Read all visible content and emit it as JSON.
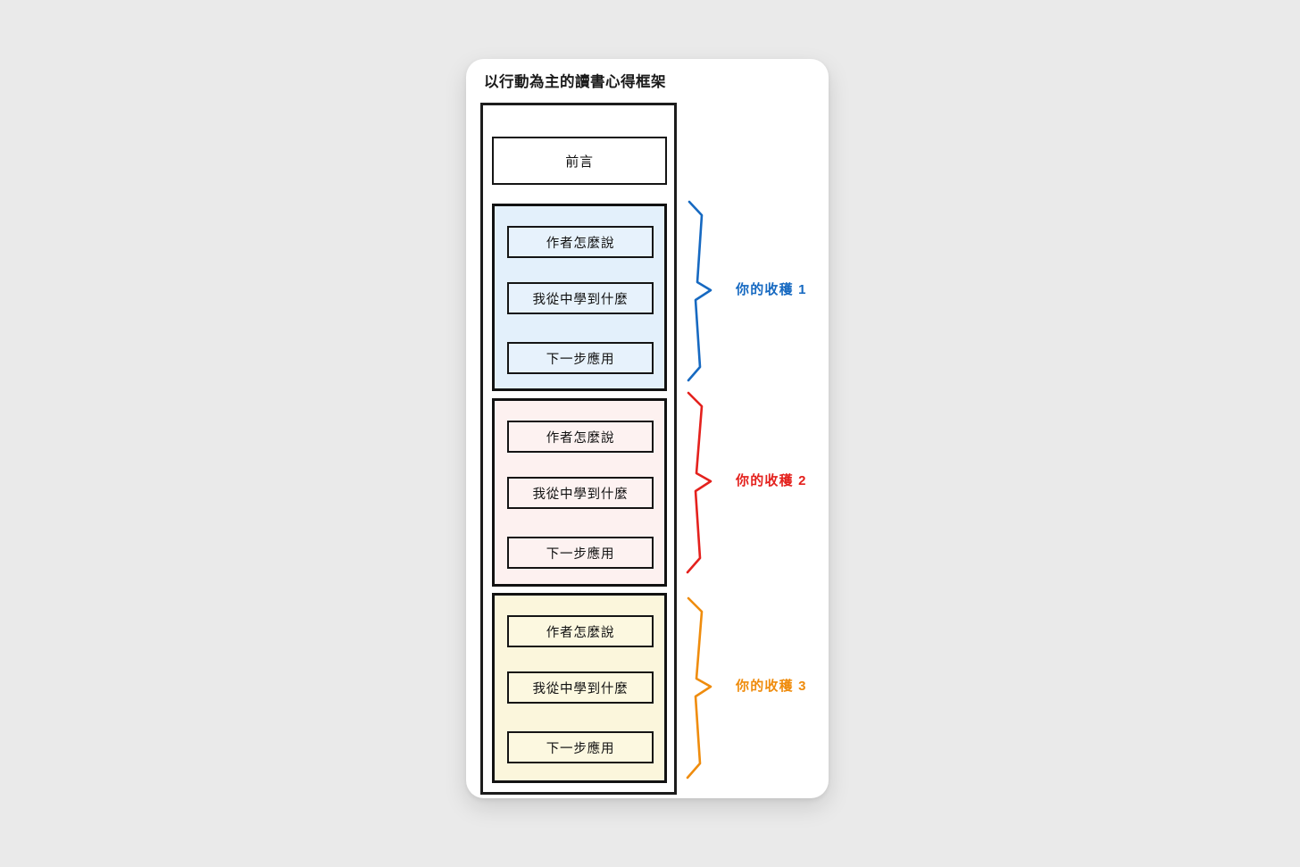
{
  "canvas": {
    "background_color": "#eaeaea",
    "card_background": "#ffffff"
  },
  "card": {
    "title": "以行動為主的讀書心得框架"
  },
  "diagram": {
    "intro": {
      "label": "前言"
    },
    "section_item_labels": {
      "author": "作者怎麼說",
      "learned": "我從中學到什麼",
      "apply": "下一步應用"
    },
    "sections": [
      {
        "id": "section-1",
        "color": "#1669c1",
        "fill": "#e3f0fb",
        "bracket_label": "你的收穫 1",
        "items": [
          "作者怎麼說",
          "我從中學到什麼",
          "下一步應用"
        ]
      },
      {
        "id": "section-2",
        "color": "#e4211d",
        "fill": "#fdf1f0",
        "bracket_label": "你的收穫 2",
        "items": [
          "作者怎麼說",
          "我從中學到什麼",
          "下一步應用"
        ]
      },
      {
        "id": "section-3",
        "color": "#ef8c0d",
        "fill": "#fbf6dc",
        "bracket_label": "你的收穫 3",
        "items": [
          "作者怎麼說",
          "我從中學到什麼",
          "下一步應用"
        ]
      }
    ]
  }
}
